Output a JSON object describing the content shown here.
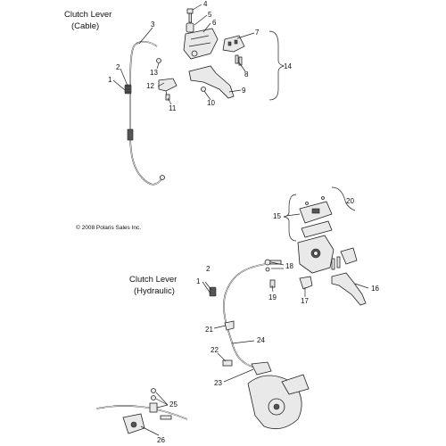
{
  "titles": {
    "cable_line1": "Clutch Lever",
    "cable_line2": "(Cable)",
    "hydraulic_line1": "Clutch Lever",
    "hydraulic_line2": "(Hydraulic)"
  },
  "copyright": "© 2008 Polaris Sales Inc.",
  "callouts": {
    "c1": "1",
    "c2": "2",
    "c3": "3",
    "c4": "4",
    "c5": "5",
    "c6": "6",
    "c7": "7",
    "c8": "8",
    "c9": "9",
    "c10": "10",
    "c11": "11",
    "c12": "12",
    "c13": "13",
    "c14": "14",
    "h1": "1",
    "h2": "2",
    "h15": "15",
    "h16": "16",
    "h17": "17",
    "h18": "18",
    "h19": "19",
    "h20": "20",
    "h21": "21",
    "h22": "22",
    "h23": "23",
    "h24": "24",
    "h25": "25",
    "h26": "26"
  }
}
